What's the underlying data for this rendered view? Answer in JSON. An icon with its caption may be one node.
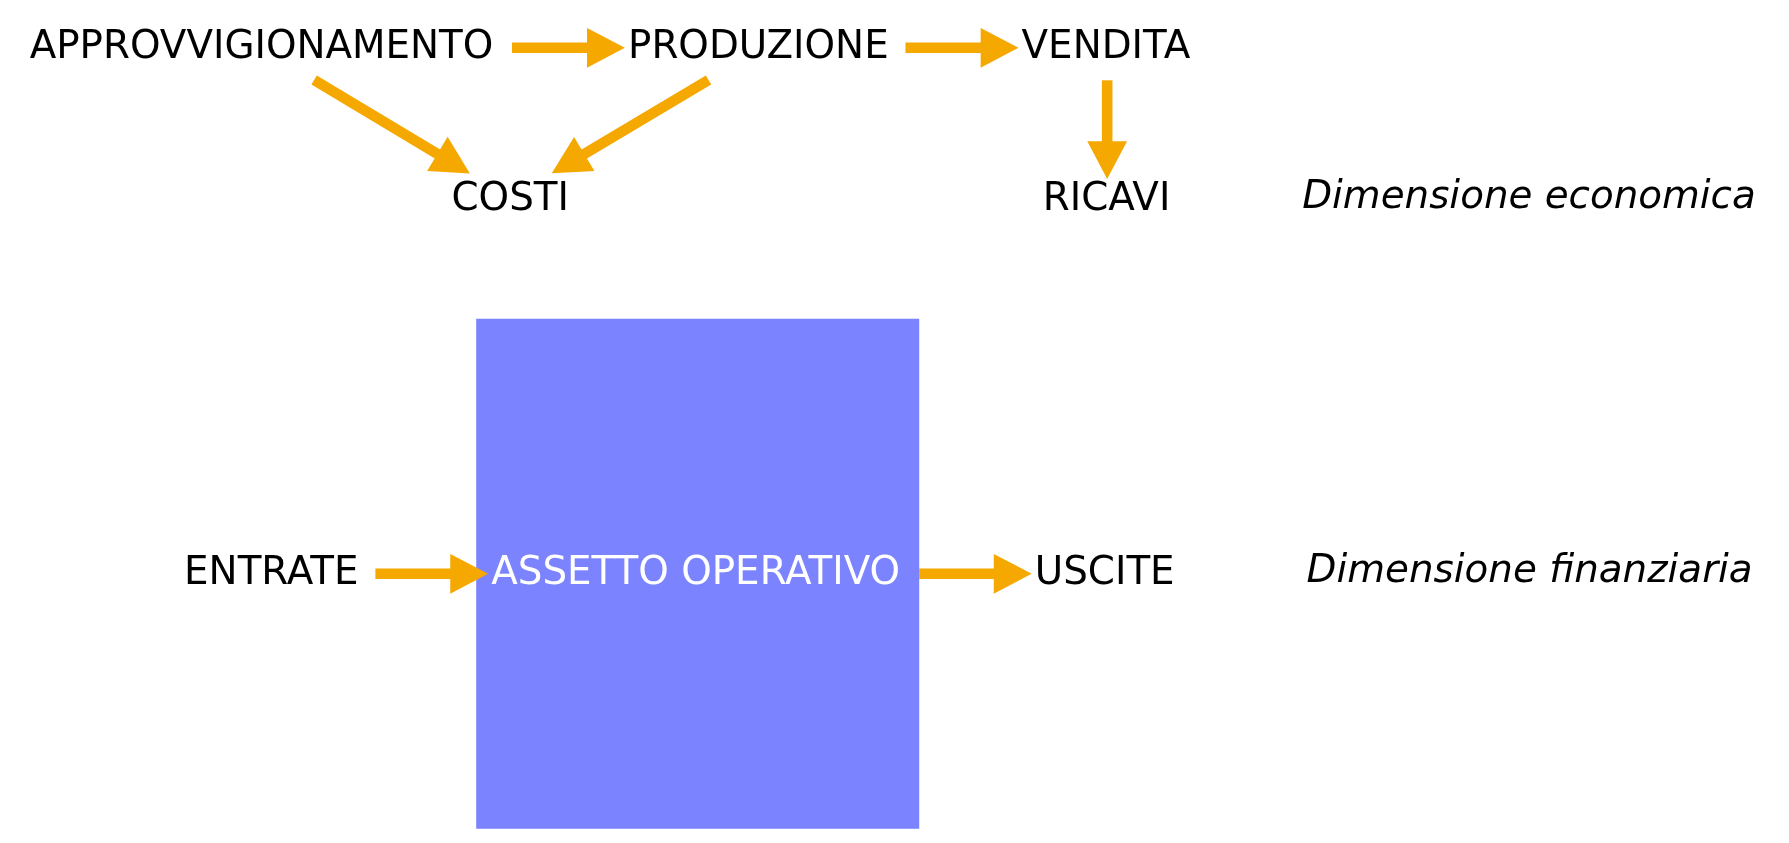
{
  "diagram": {
    "nodes": [
      {
        "text": [
          "APPROVVIGIONAMENTO"
        ]
      },
      {
        "text": [
          "PRODUZIONE"
        ]
      },
      {
        "text": [
          "VENDITA"
        ]
      },
      {
        "text": [
          "COSTI"
        ]
      },
      {
        "text": [
          "RICAVI"
        ]
      },
      {
        "text": [
          "ASSETTO OPERATIVO"
        ]
      },
      {
        "text": [
          "USCITE"
        ]
      },
      {
        "text": [
          "ENTRATE"
        ]
      }
    ],
    "edges": [
      {
        "from": 0,
        "to": 1,
        "arrow": "to"
      },
      {
        "from": 1,
        "to": 2,
        "arrow": "to"
      },
      {
        "from": 0,
        "to": 3,
        "arrow": "to"
      },
      {
        "from": 1,
        "to": 3,
        "arrow": "to"
      },
      {
        "from": 2,
        "to": 4,
        "arrow": "to"
      },
      {
        "from": 5,
        "to": 6,
        "arrow": "to"
      },
      {
        "from": 7,
        "to": 5,
        "arrow": "to"
      }
    ],
    "labels": [
      "Dimensione economica",
      "Dimensione finanziaria"
    ]
  }
}
